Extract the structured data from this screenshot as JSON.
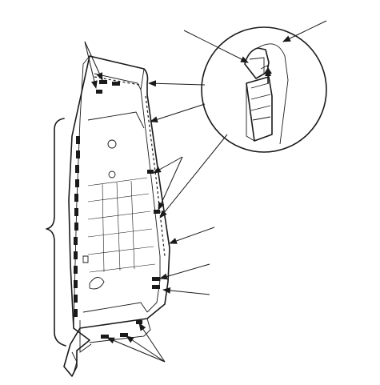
{
  "figure": {
    "background_color": "#ffffff",
    "ink_color": "#1a1a1a",
    "callouts": [
      {
        "id": "clips-top-left",
        "label": ""
      },
      {
        "id": "detail-circle",
        "label": ""
      },
      {
        "id": "clips-mid-right",
        "label": ""
      },
      {
        "id": "panel-edge",
        "label": ""
      },
      {
        "id": "lower-right-tab",
        "label": ""
      },
      {
        "id": "clips-bottom",
        "label": ""
      },
      {
        "id": "bracket-left",
        "label": ""
      }
    ]
  }
}
